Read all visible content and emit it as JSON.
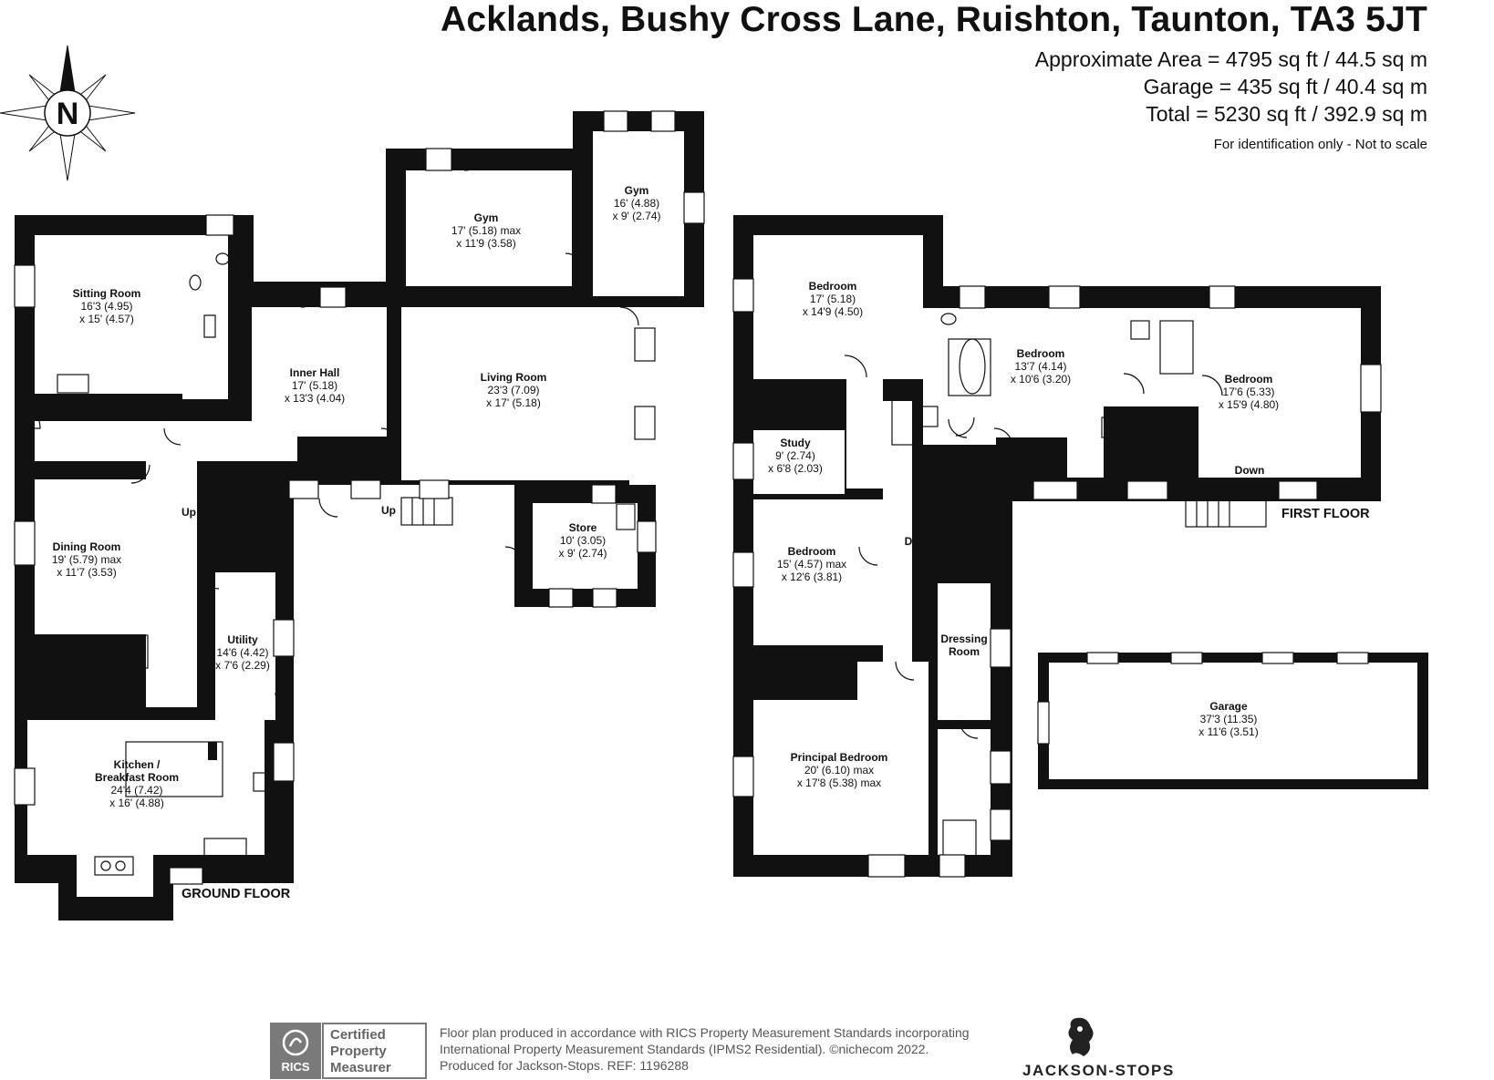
{
  "header": {
    "title": "Acklands, Bushy Cross Lane, Ruishton, Taunton, TA3 5JT",
    "areas": [
      "Approximate Area = 4795 sq ft / 44.5 sq m",
      "Garage = 435 sq ft / 40.4 sq m",
      "Total = 5230 sq ft / 392.9 sq m"
    ],
    "disclaimer": "For identification only - Not to scale"
  },
  "compass": {
    "letter": "N"
  },
  "floors": {
    "ground": "GROUND FLOOR",
    "first": "FIRST FLOOR"
  },
  "rooms": {
    "sitting": [
      "Sitting Room",
      "16'3 (4.95)",
      "x 15' (4.57)"
    ],
    "inner_hall": [
      "Inner Hall",
      "17' (5.18)",
      "x 13'3 (4.04)"
    ],
    "gym_1": [
      "Gym",
      "17' (5.18) max",
      "x 11'9 (3.58)"
    ],
    "gym_2": [
      "Gym",
      "16' (4.88)",
      "x 9' (2.74)"
    ],
    "living": [
      "Living Room",
      "23'3 (7.09)",
      "x 17' (5.18)"
    ],
    "dining": [
      "Dining Room",
      "19' (5.79) max",
      "x 11'7 (3.53)"
    ],
    "utility": [
      "Utility",
      "14'6 (4.42)",
      "x 7'6 (2.29)"
    ],
    "store": [
      "Store",
      "10' (3.05)",
      "x 9' (2.74)"
    ],
    "kitchen": [
      "Kitchen /",
      "Breakfast Room",
      "24'4 (7.42)",
      "x 16' (4.88)"
    ],
    "bed_1": [
      "Bedroom",
      "17' (5.18)",
      "x 14'9 (4.50)"
    ],
    "bed_2": [
      "Bedroom",
      "13'7 (4.14)",
      "x 10'6 (3.20)"
    ],
    "bed_3": [
      "Bedroom",
      "17'6 (5.33)",
      "x 15'9 (4.80)"
    ],
    "study": [
      "Study",
      "9' (2.74)",
      "x 6'8 (2.03)"
    ],
    "bed_4": [
      "Bedroom",
      "15' (4.57) max",
      "x 12'6 (3.81)"
    ],
    "dressing": [
      "Dressing",
      "Room"
    ],
    "principal": [
      "Principal Bedroom",
      "20' (6.10) max",
      "x 17'8 (5.38) max"
    ],
    "garage": [
      "Garage",
      "37'3 (11.35)",
      "x 11'6 (3.51)"
    ]
  },
  "stairs": {
    "up_1": "Up",
    "up_2": "Up",
    "down_1": "Down",
    "down_2": "Down"
  },
  "footer": {
    "rics_mark": "RICS",
    "cert_lines": [
      "Certified",
      "Property",
      "Measurer"
    ],
    "text_lines": [
      "Floor plan produced in accordance with RICS Property Measurement Standards incorporating",
      "International Property Measurement Standards (IPMS2 Residential).  ©nichecom 2022.",
      "Produced for Jackson-Stops.   REF:  1196288"
    ],
    "brand": "JACKSON-STOPS"
  }
}
